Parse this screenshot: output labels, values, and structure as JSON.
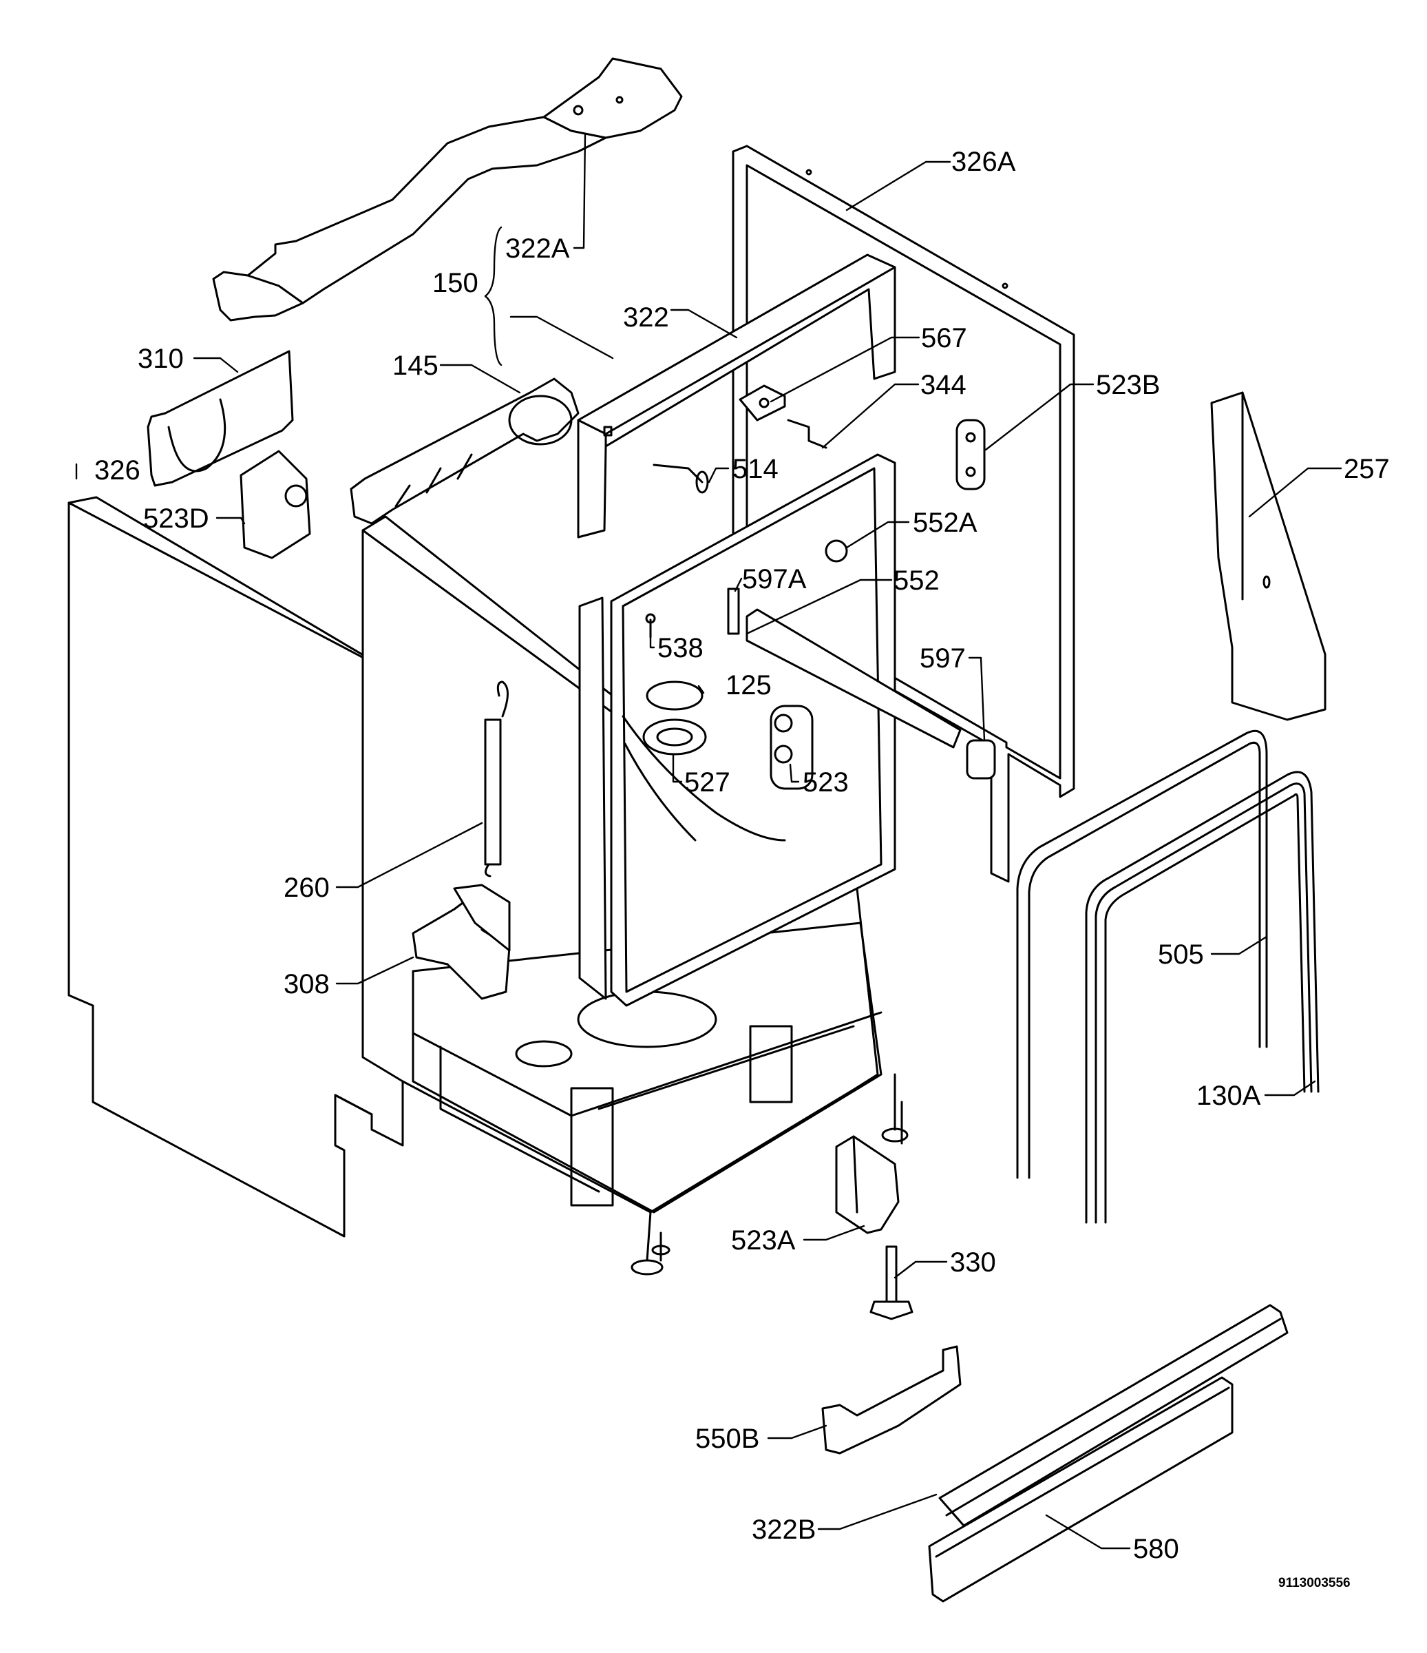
{
  "diagram": {
    "drawing_number": "9113003556",
    "labels": [
      {
        "id": "l326a",
        "num": "326",
        "suffix": "A"
      },
      {
        "id": "l322a",
        "num": "322",
        "suffix": "A"
      },
      {
        "id": "l150",
        "num": "150",
        "suffix": ""
      },
      {
        "id": "l322",
        "num": "322",
        "suffix": ""
      },
      {
        "id": "l567",
        "num": "567",
        "suffix": ""
      },
      {
        "id": "l310",
        "num": "310",
        "suffix": ""
      },
      {
        "id": "l145",
        "num": "145",
        "suffix": ""
      },
      {
        "id": "l344",
        "num": "344",
        "suffix": ""
      },
      {
        "id": "l523b",
        "num": "523",
        "suffix": "B"
      },
      {
        "id": "l326",
        "num": "326",
        "suffix": ""
      },
      {
        "id": "l514",
        "num": "514",
        "suffix": ""
      },
      {
        "id": "l257",
        "num": "257",
        "suffix": ""
      },
      {
        "id": "l523d",
        "num": "523",
        "suffix": "D"
      },
      {
        "id": "l552a",
        "num": "552",
        "suffix": "A"
      },
      {
        "id": "l597a",
        "num": "597",
        "suffix": "A"
      },
      {
        "id": "l552",
        "num": "552",
        "suffix": ""
      },
      {
        "id": "l538",
        "num": "538",
        "suffix": ""
      },
      {
        "id": "l597",
        "num": "597",
        "suffix": ""
      },
      {
        "id": "l125",
        "num": "125",
        "suffix": ""
      },
      {
        "id": "l527",
        "num": "527",
        "suffix": ""
      },
      {
        "id": "l523",
        "num": "523",
        "suffix": ""
      },
      {
        "id": "l260",
        "num": "260",
        "suffix": ""
      },
      {
        "id": "l505",
        "num": "505",
        "suffix": ""
      },
      {
        "id": "l308",
        "num": "308",
        "suffix": ""
      },
      {
        "id": "l130a",
        "num": "130",
        "suffix": "A"
      },
      {
        "id": "l523a",
        "num": "523",
        "suffix": "A"
      },
      {
        "id": "l330",
        "num": "330",
        "suffix": ""
      },
      {
        "id": "l550b",
        "num": "550",
        "suffix": "B"
      },
      {
        "id": "l322b",
        "num": "322",
        "suffix": "B"
      },
      {
        "id": "l580",
        "num": "580",
        "suffix": ""
      }
    ]
  }
}
